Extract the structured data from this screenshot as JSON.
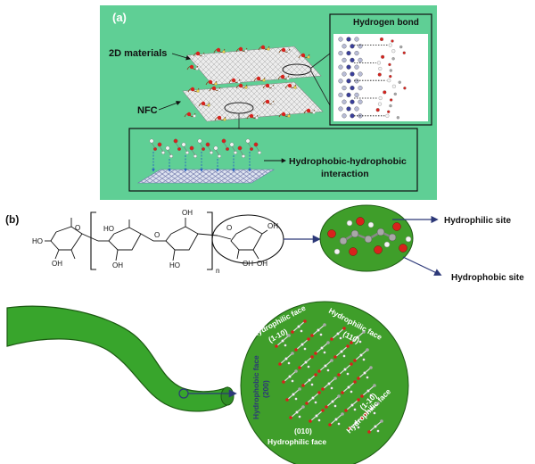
{
  "panel_a": {
    "label": "(a)",
    "materials_label": "2D materials",
    "nfc_label": "NFC",
    "hbond_label": "Hydrogen bond",
    "interaction_line1": "Hydrophobic-hydrophobic",
    "interaction_line2": "interaction"
  },
  "panel_b": {
    "label": "(b)",
    "hydrophilic_site": "Hydrophilic site",
    "hydrophobic_site": "Hydrophobic site",
    "repeat_subscript": "n",
    "atoms": [
      "HO",
      "OH",
      "O",
      "HO",
      "OH",
      "O",
      "HO",
      "OH",
      "OH",
      "OH",
      "OH",
      "O"
    ],
    "faces": {
      "top_left_1": "Hydrophilic face",
      "top_left_2": "(1-10)",
      "top_right_1": "Hydrophilic face",
      "top_right_2": "(110)",
      "left_1": "Hydrophobic face",
      "left_2": "(200)",
      "right_1": "(1-10)",
      "right_2": "Hydrophilic face",
      "bottom_1": "(010)",
      "bottom_2": "Hydrophilic face"
    }
  },
  "colors": {
    "panel_bg": "#5fcf95",
    "green_fiber": "#38a52c",
    "green_circle": "#3f9e2a",
    "arrow": "#2c3878",
    "oxygen": "#d8221c",
    "hydrogen": "#f4f4f4",
    "carbon": "#a8a8a8"
  }
}
